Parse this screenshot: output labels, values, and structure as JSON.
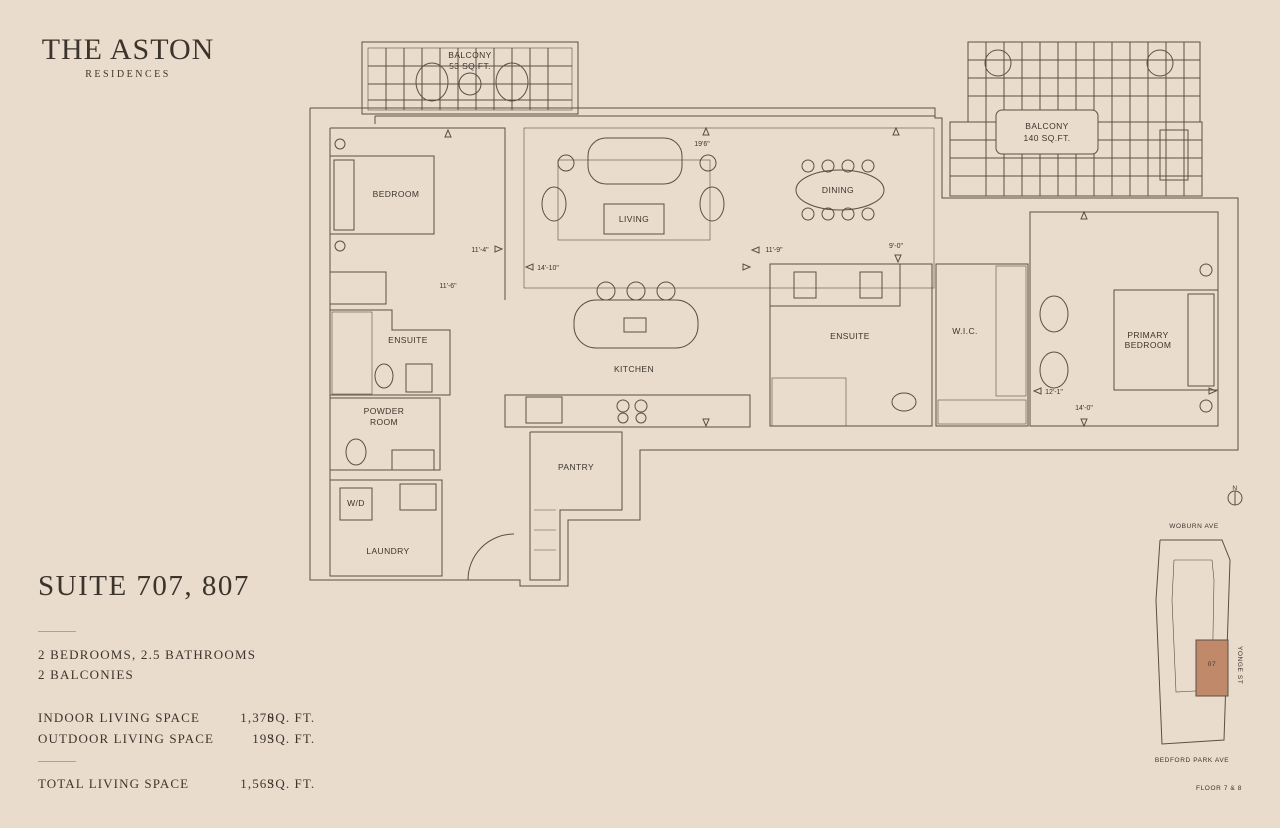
{
  "brand": {
    "name": "THE ASTON",
    "subtitle": "RESIDENCES"
  },
  "suite": {
    "title": "SUITE 707, 807",
    "bedrooms": "2 BEDROOMS, 2.5 BATHROOMS",
    "balconies": "2 BALCONIES",
    "areas": [
      {
        "label": "INDOOR LIVING SPACE",
        "value": "1,370",
        "unit": "SQ. FT."
      },
      {
        "label": "OUTDOOR LIVING SPACE",
        "value": "193",
        "unit": "SQ. FT."
      }
    ],
    "total": {
      "label": "TOTAL LIVING SPACE",
      "value": "1,563",
      "unit": "SQ. FT."
    }
  },
  "rooms": {
    "balcony_left": "BALCONY",
    "balcony_left_area": "53 SQ.FT.",
    "balcony_right": "BALCONY",
    "balcony_right_area": "140 SQ.FT.",
    "bedroom": "BEDROOM",
    "living": "LIVING",
    "dining": "DINING",
    "kitchen": "KITCHEN",
    "ensuite_left": "ENSUITE",
    "ensuite_right": "ENSUITE",
    "powder_line1": "POWDER",
    "powder_line2": "ROOM",
    "wd": "W/D",
    "laundry": "LAUNDRY",
    "pantry": "PANTRY",
    "wic": "W.I.C.",
    "primary_line1": "PRIMARY",
    "primary_line2": "BEDROOM"
  },
  "dimensions": {
    "d1": "19'6\"",
    "d2": "11'-4\"",
    "d3": "14'-10\"",
    "d4": "11'-9\"",
    "d5": "9'-0\"",
    "d6": "11'-6\"",
    "d7": "12'-1\"",
    "d8": "14'-0\""
  },
  "key_plan": {
    "north": "N",
    "top_street": "WOBURN AVE",
    "right_street": "YONGE ST",
    "bottom_street": "BEDFORD PARK AVE",
    "unit": "07",
    "floor": "FLOOR 7 & 8",
    "highlight_color": "#c08a6a"
  },
  "colors": {
    "background": "#e9dccd",
    "accent_rule": "#c89878",
    "line": "#5a4f45"
  }
}
